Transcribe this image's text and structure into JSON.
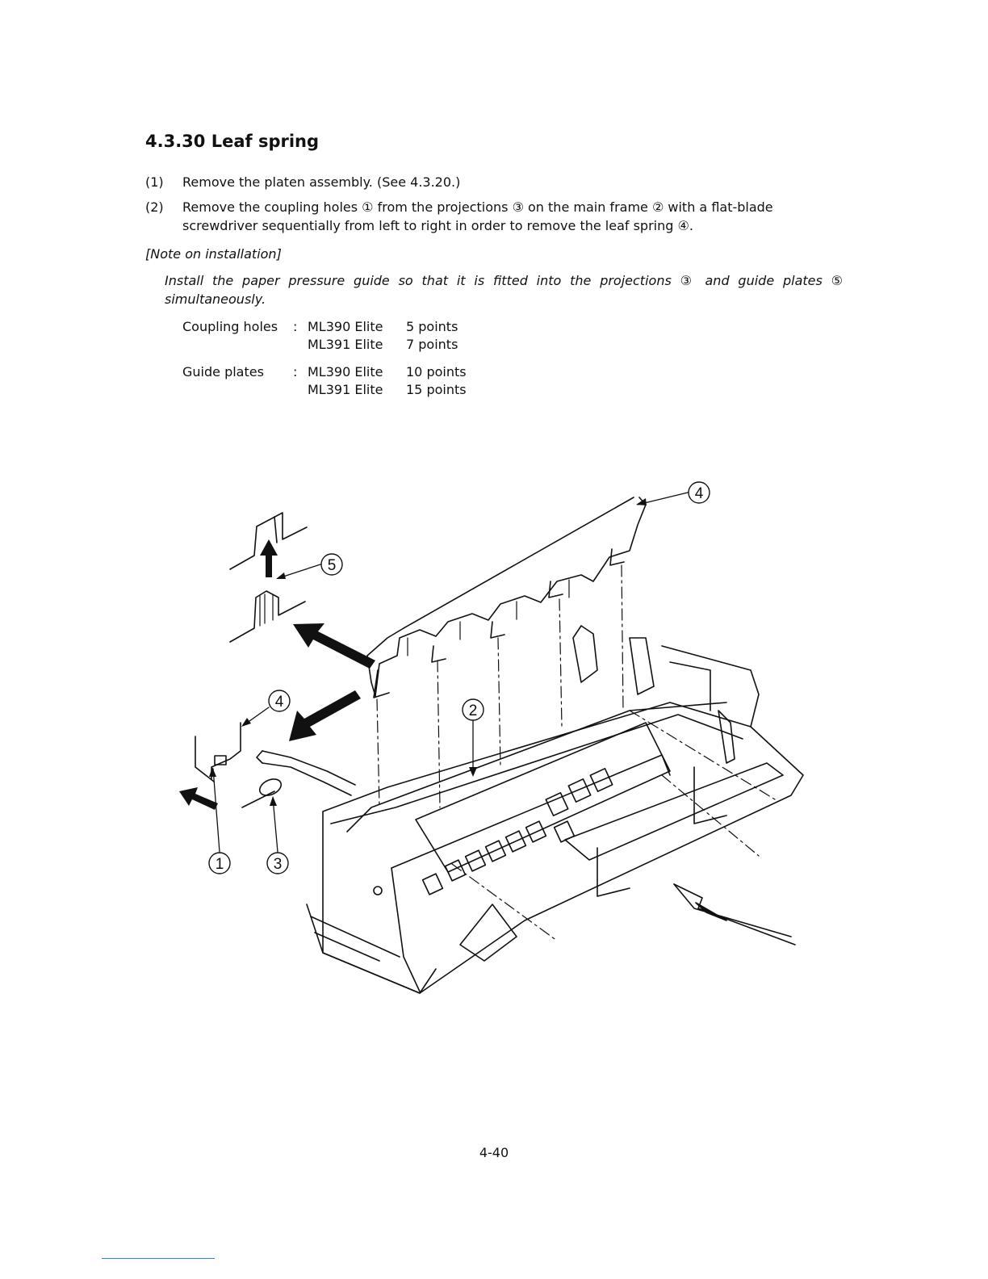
{
  "section": {
    "number": "4.3.30",
    "title": "Leaf spring"
  },
  "steps": [
    {
      "num": "(1)",
      "text": "Remove the platen assembly. (See 4.3.20.)"
    },
    {
      "num": "(2)",
      "text": "Remove the coupling holes ① from the projections ③ on the main frame ② with a flat-blade screwdriver sequentially from left to right in order to remove the leaf spring ④."
    }
  ],
  "note": {
    "title": "[Note on installation]",
    "body": "Install the paper pressure guide so that it is fitted into the projections ③ and guide plates ⑤ simultaneously."
  },
  "specs": [
    {
      "label": "Coupling holes",
      "colon": ":",
      "rows": [
        {
          "model": "ML390 Elite",
          "points": "5 points"
        },
        {
          "model": "ML391 Elite",
          "points": "7 points"
        }
      ]
    },
    {
      "label": "Guide plates",
      "colon": ":",
      "rows": [
        {
          "model": "ML390 Elite",
          "points": "10 points"
        },
        {
          "model": "ML391 Elite",
          "points": "15 points"
        }
      ]
    }
  ],
  "figure": {
    "callouts": {
      "c1": "1",
      "c2": "2",
      "c3": "3",
      "c4a": "4",
      "c4b": "4",
      "c5": "5"
    }
  },
  "page_number": "4-40"
}
